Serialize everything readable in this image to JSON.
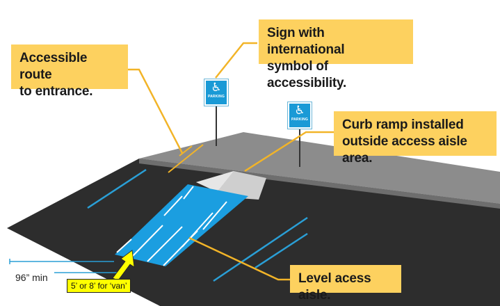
{
  "callouts": {
    "route": "Accessible route\nto entrance.",
    "sign": "Sign with international\nsymbol of accessibility.",
    "ramp": "Curb ramp installed\noutside access aisle area.",
    "aisle": "Level acess aisle."
  },
  "dimensions": {
    "width_min": "96” min",
    "aisle_width": "5’ or 8’ for ‘van’"
  },
  "signs": {
    "symbol": "♿",
    "label": "PARKING"
  },
  "colors": {
    "asphalt": "#2d2d2d",
    "sidewalk": "#8c8c8c",
    "aisle": "#1b9ee0",
    "callout": "#fdd15f",
    "leader": "#f2b428",
    "stripe": "#2a9fd6"
  }
}
